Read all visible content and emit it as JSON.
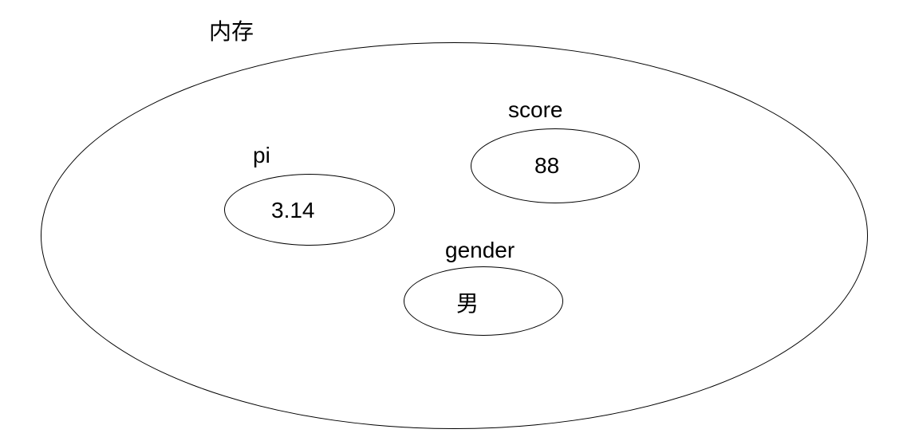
{
  "diagram": {
    "title": "内存",
    "variables": [
      {
        "name": "pi",
        "value": "3.14"
      },
      {
        "name": "score",
        "value": "88"
      },
      {
        "name": "gender",
        "value": "男"
      }
    ]
  },
  "colors": {
    "stroke": "#000000",
    "text": "#000000",
    "background": "#ffffff"
  }
}
